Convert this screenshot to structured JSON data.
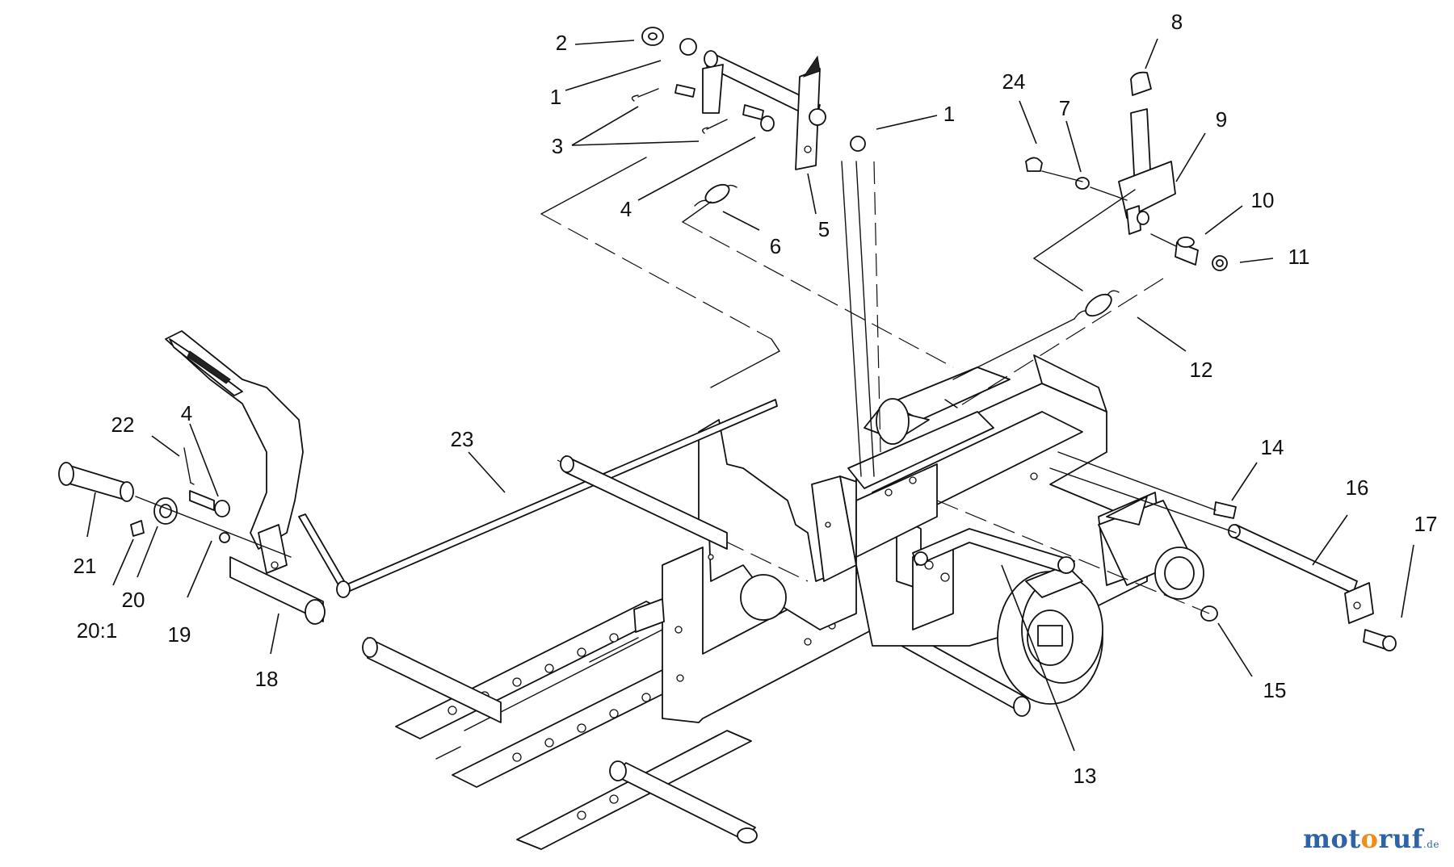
{
  "callouts": [
    {
      "id": "c1",
      "label": "2"
    },
    {
      "id": "c2",
      "label": "1"
    },
    {
      "id": "c3",
      "label": "3"
    },
    {
      "id": "c4",
      "label": "4"
    },
    {
      "id": "c5",
      "label": "6"
    },
    {
      "id": "c6",
      "label": "5"
    },
    {
      "id": "c7",
      "label": "1"
    },
    {
      "id": "c8",
      "label": "8"
    },
    {
      "id": "c9",
      "label": "24"
    },
    {
      "id": "c10",
      "label": "7"
    },
    {
      "id": "c11",
      "label": "9"
    },
    {
      "id": "c12",
      "label": "10"
    },
    {
      "id": "c13",
      "label": "11"
    },
    {
      "id": "c14",
      "label": "12"
    },
    {
      "id": "c15",
      "label": "22"
    },
    {
      "id": "c16",
      "label": "4"
    },
    {
      "id": "c17",
      "label": "23"
    },
    {
      "id": "c18",
      "label": "21"
    },
    {
      "id": "c19",
      "label": "20:1"
    },
    {
      "id": "c20",
      "label": "20"
    },
    {
      "id": "c21",
      "label": "19"
    },
    {
      "id": "c22",
      "label": "18"
    },
    {
      "id": "c23",
      "label": "14"
    },
    {
      "id": "c24",
      "label": "16"
    },
    {
      "id": "c25",
      "label": "17"
    },
    {
      "id": "c26",
      "label": "15"
    },
    {
      "id": "c27",
      "label": "13"
    }
  ],
  "watermark": {
    "part1": "mot",
    "part2": "o",
    "part3": "ruf",
    "part4": ".de"
  }
}
